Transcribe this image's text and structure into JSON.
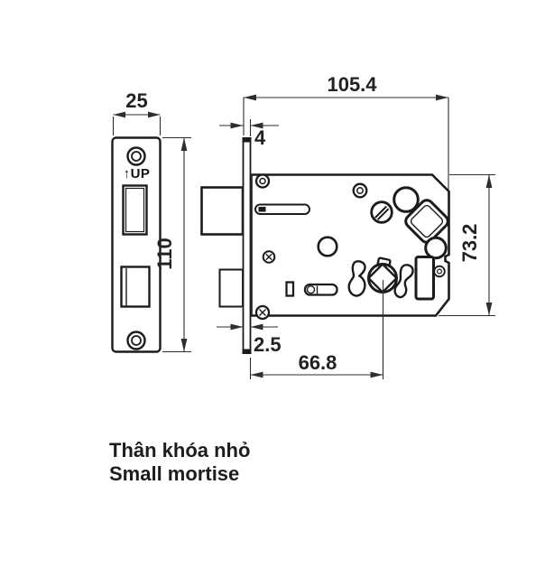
{
  "diagram": {
    "caption_vi": "Thân khóa nhỏ",
    "caption_en": "Small mortise",
    "faceplate": {
      "up_label": "↑UP"
    },
    "dimensions": {
      "front_width": "25",
      "front_height": "110",
      "body_length": "105.4",
      "faceplate_thickness": "4",
      "case_setback": "2.5",
      "backset": "66.8",
      "body_height": "73.2"
    },
    "colors": {
      "line": "#1b1b1b",
      "dimension": "#2e2e2e",
      "text": "#222222",
      "background": "#ffffff"
    }
  }
}
